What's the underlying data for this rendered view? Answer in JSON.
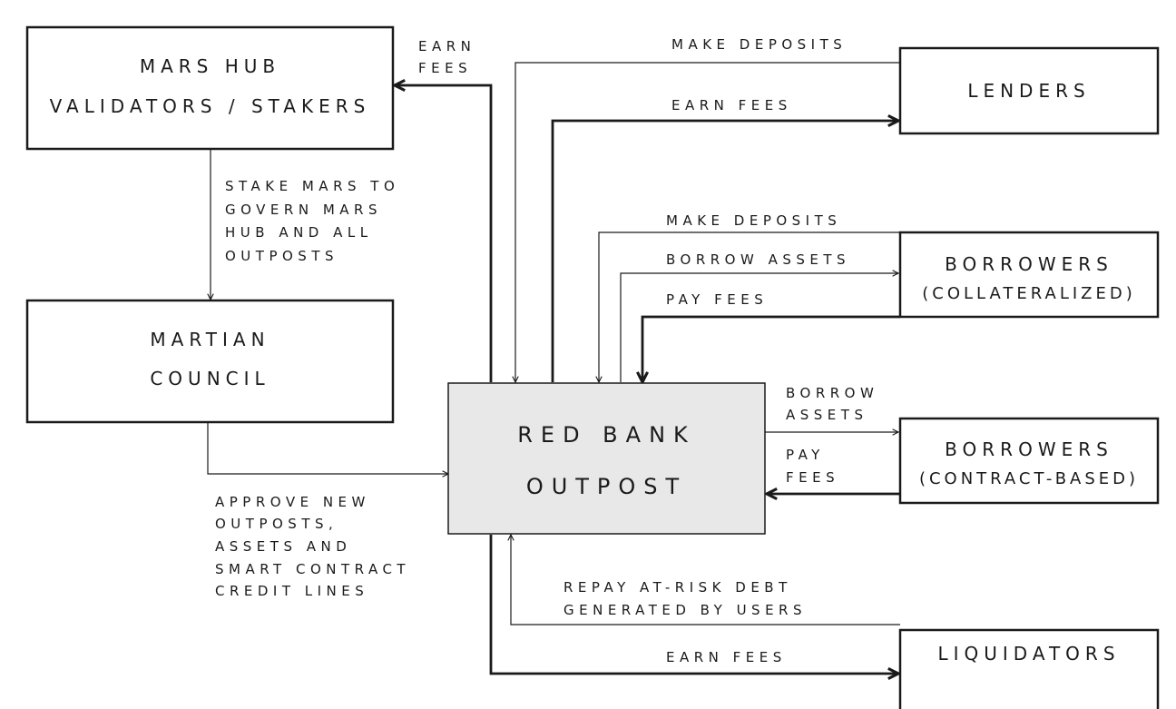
{
  "colors": {
    "line": "#1a1a1a",
    "core_fill": "#e8e8e8",
    "box_fill": "#ffffff"
  },
  "nodes": {
    "mars_hub": {
      "line1": "MARS HUB",
      "line2": "VALIDATORS / STAKERS"
    },
    "council": {
      "line1": "MARTIAN",
      "line2": "COUNCIL"
    },
    "red_bank": {
      "line1": "RED BANK",
      "line2": "OUTPOST"
    },
    "lenders": {
      "line1": "LENDERS"
    },
    "borrowers_collat": {
      "line1": "BORROWERS",
      "line2": "(COLLATERALIZED)"
    },
    "borrowers_contract": {
      "line1": "BORROWERS",
      "line2": "(CONTRACT-BASED)"
    },
    "liquidators": {
      "line1": "LIQUIDATORS"
    }
  },
  "flows": {
    "hub_earn_fees": [
      "EARN",
      "FEES"
    ],
    "stake_mars": [
      "STAKE MARS TO",
      "GOVERN MARS",
      "HUB AND ALL",
      "OUTPOSTS"
    ],
    "approve": [
      "APPROVE NEW",
      "OUTPOSTS,",
      "ASSETS AND",
      "SMART CONTRACT",
      "CREDIT LINES"
    ],
    "lenders_deposits": "MAKE DEPOSITS",
    "lenders_earn_fees": "EARN FEES",
    "collat_deposits": "MAKE DEPOSITS",
    "collat_borrow": "BORROW ASSETS",
    "collat_pay_fees": "PAY FEES",
    "contract_borrow": [
      "BORROW",
      "ASSETS"
    ],
    "contract_pay_fees": [
      "PAY",
      "FEES"
    ],
    "liq_repay": [
      "REPAY AT-RISK  DEBT",
      "GENERATED BY USERS"
    ],
    "liq_earn_fees": "EARN FEES"
  }
}
